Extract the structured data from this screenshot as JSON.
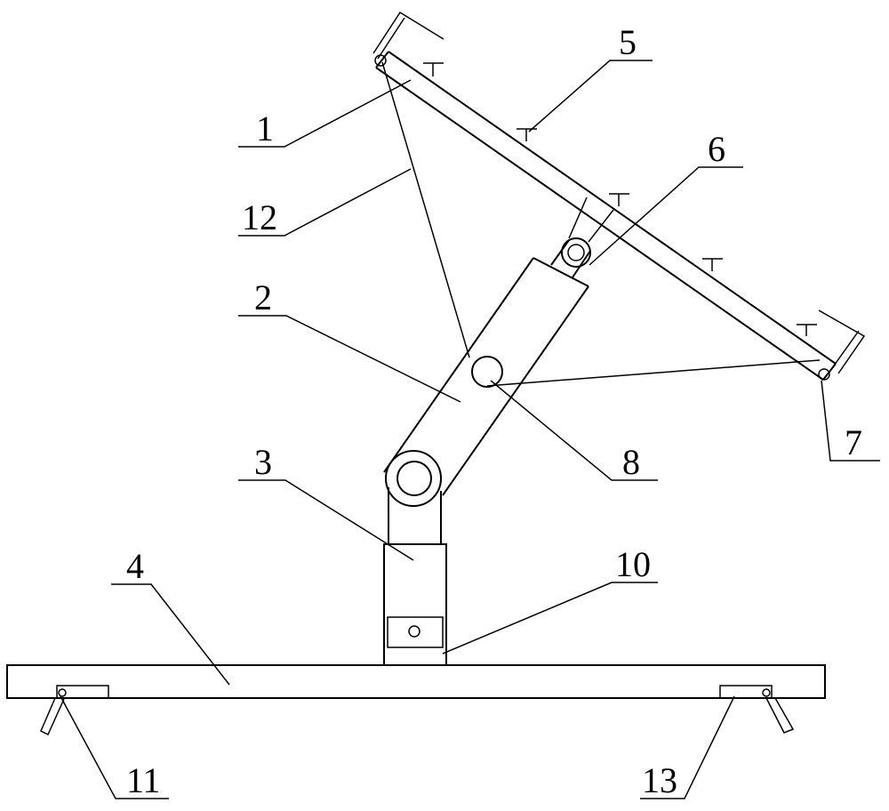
{
  "diagram": {
    "labels": {
      "n1": "1",
      "n2": "2",
      "n3": "3",
      "n4": "4",
      "n5": "5",
      "n6": "6",
      "n7": "7",
      "n8": "8",
      "n10": "10",
      "n11": "11",
      "n12": "12",
      "n13": "13"
    }
  }
}
